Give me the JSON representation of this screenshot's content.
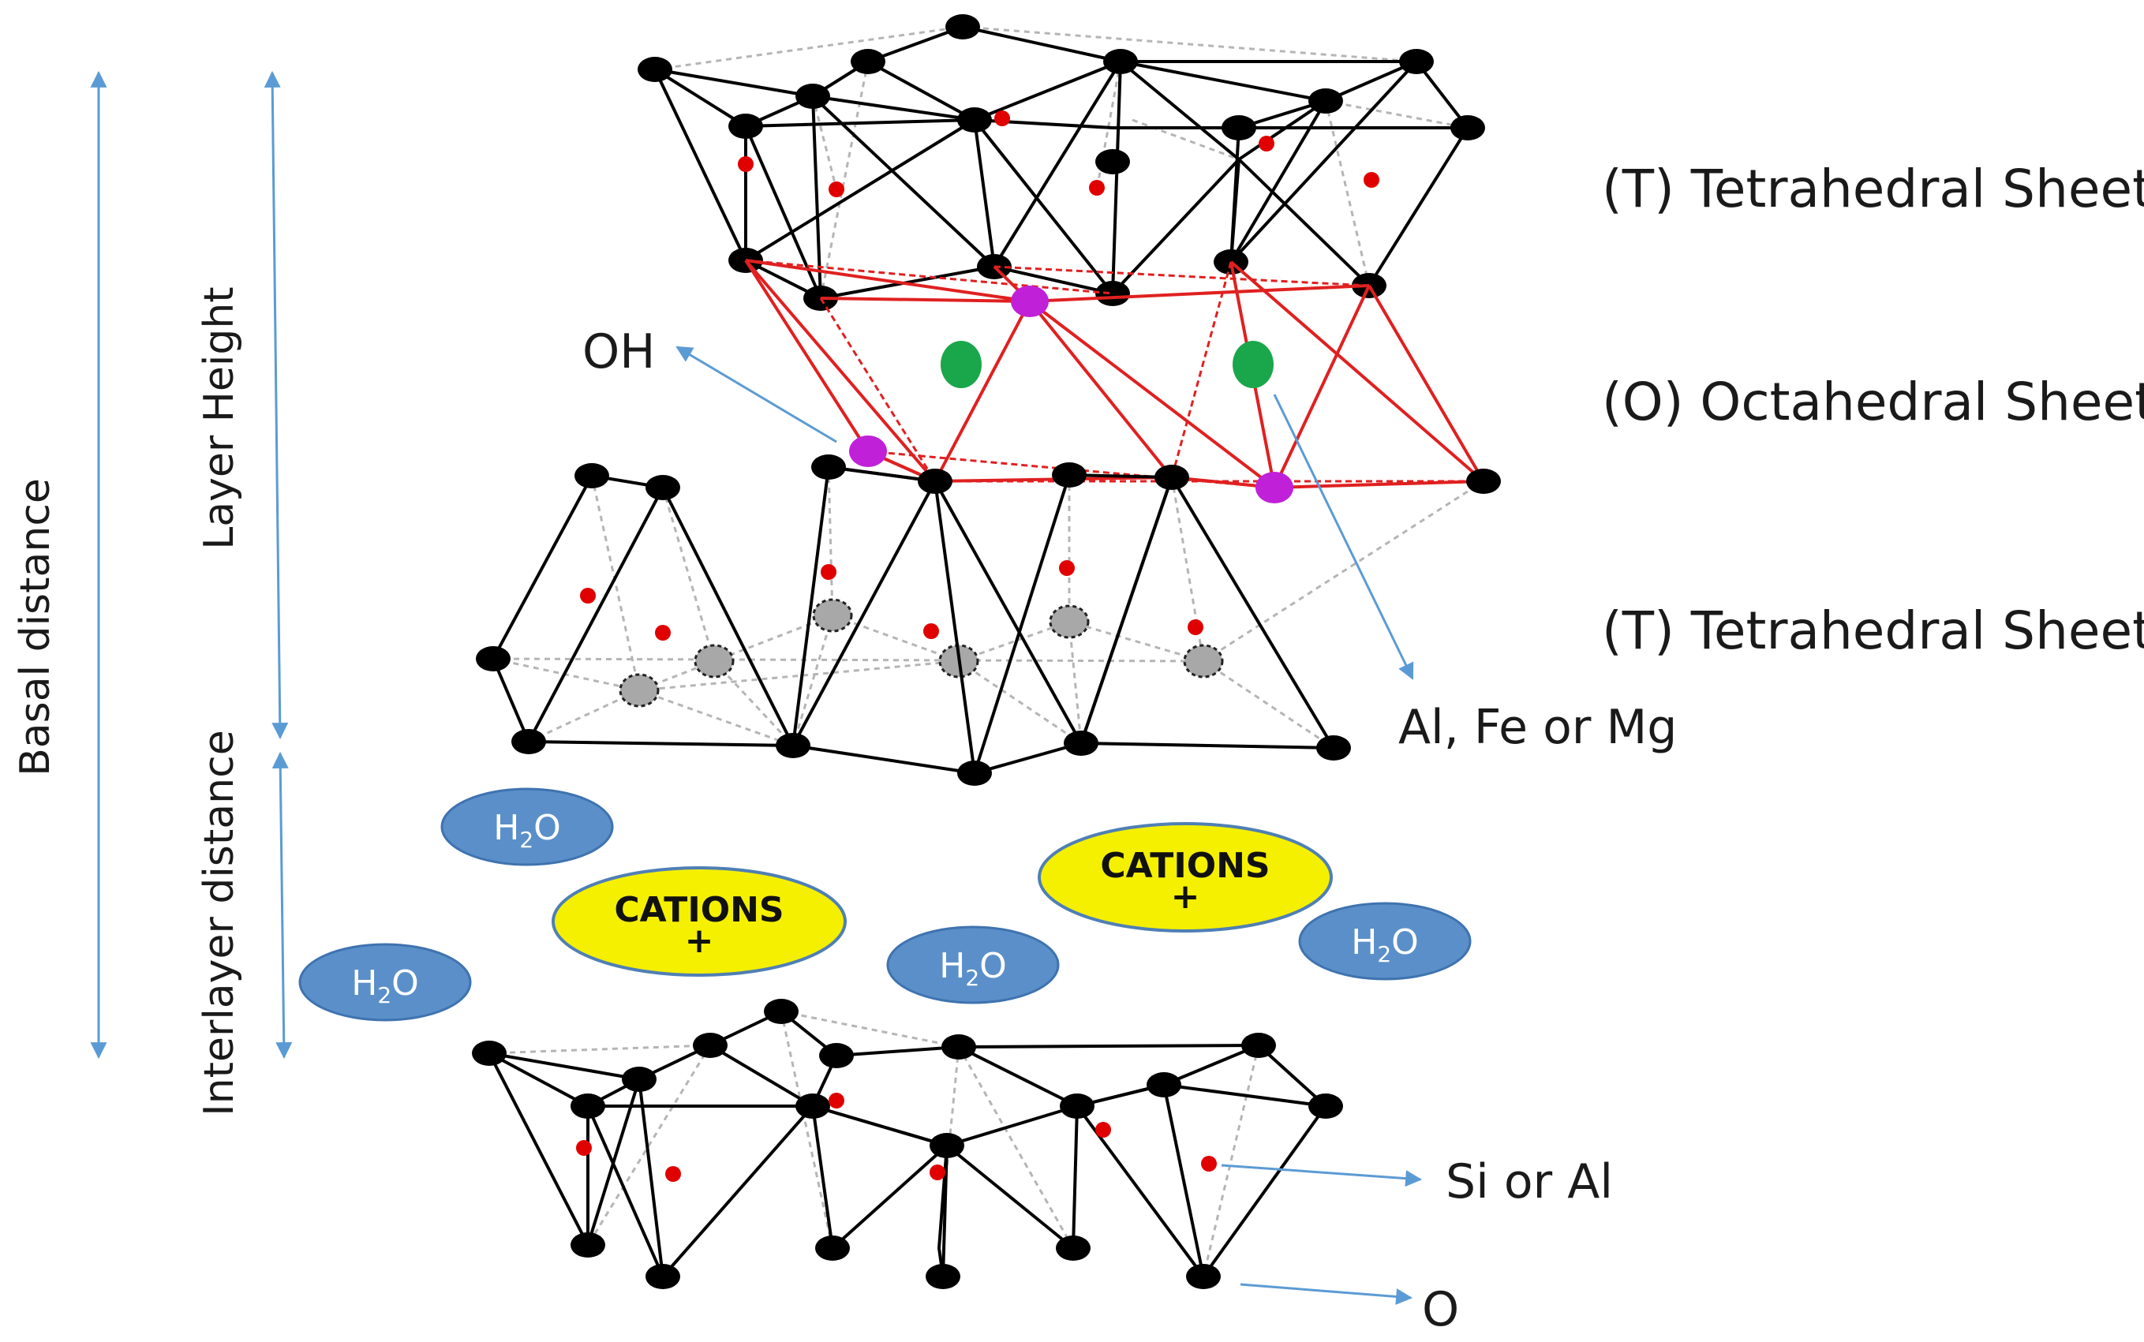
{
  "labels": {
    "basal_distance": "Basal distance",
    "layer_height": "Layer Height",
    "interlayer_distance": "Interlayer distance",
    "top_tetrahedral": "(T) Tetrahedral Sheet",
    "octahedral": "(O) Octahedral Sheet",
    "bottom_tetrahedral": "(T) Tetrahedral Sheet",
    "oh": "OH",
    "al_fe_mg": "Al, Fe or Mg",
    "si_or_al": "Si or Al",
    "o": "O",
    "cations": "CATIONS",
    "plus": "+",
    "h2o_h": "H",
    "h2o_2": "2",
    "h2o_o": "O"
  },
  "colors": {
    "oxygen": "#000000",
    "silicon": "#e00000",
    "hydroxyl": "#c020d8",
    "octa_cation": "#1aa64a",
    "octa_bond": "#e02020",
    "arrow": "#5b9bd5",
    "water_fill": "#5b8fc9",
    "cation_fill": "#f4f000",
    "basal_vacancy": "#a8a8a8"
  }
}
